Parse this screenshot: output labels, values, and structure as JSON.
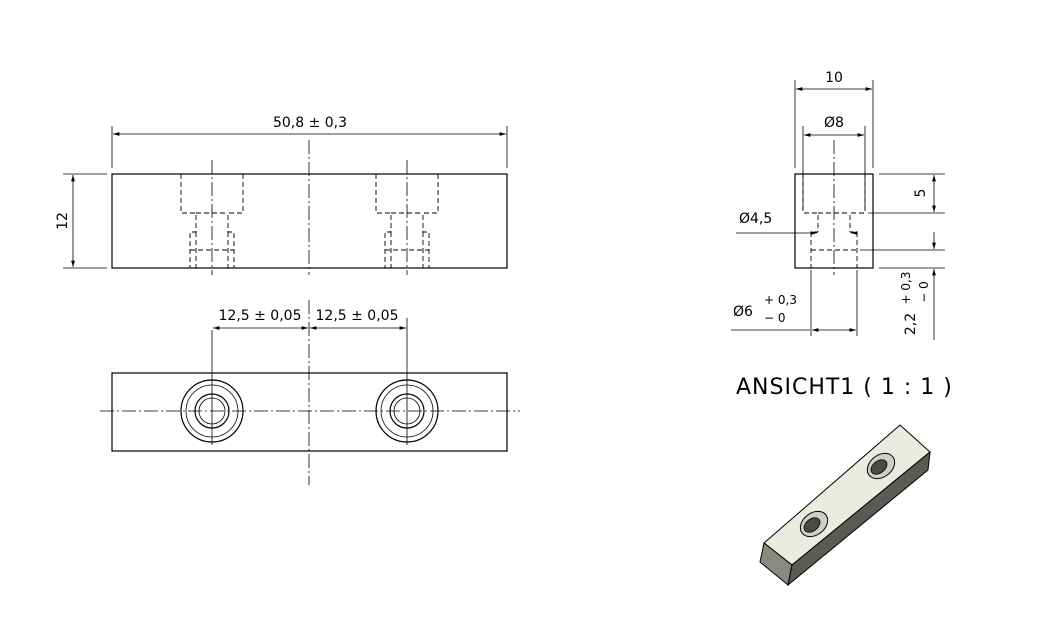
{
  "front_view": {
    "overall_length": "50,8 ± 0,3",
    "height": "12",
    "hole_spacing_left": "12,5 ± 0,05",
    "hole_spacing_right": "12,5 ± 0,05"
  },
  "side_view": {
    "width": "10",
    "counterbore_diameter": "Ø8",
    "counterbore_depth": "5",
    "through_diameter": "Ø4,5",
    "bottom_bore_diameter": "Ø6",
    "bottom_bore_tol_upper": "+ 0,3",
    "bottom_bore_tol_lower": "− 0",
    "bottom_bore_depth": "2,2",
    "bottom_depth_tol_upper": "+ 0,3",
    "bottom_depth_tol_lower": "− 0"
  },
  "view_label": "ANSICHT1 ( 1 : 1 )",
  "colors": {
    "line": "#000000",
    "part_top": "#ecebe2",
    "part_side": "#5b5b55",
    "part_end": "#8a8a82"
  }
}
